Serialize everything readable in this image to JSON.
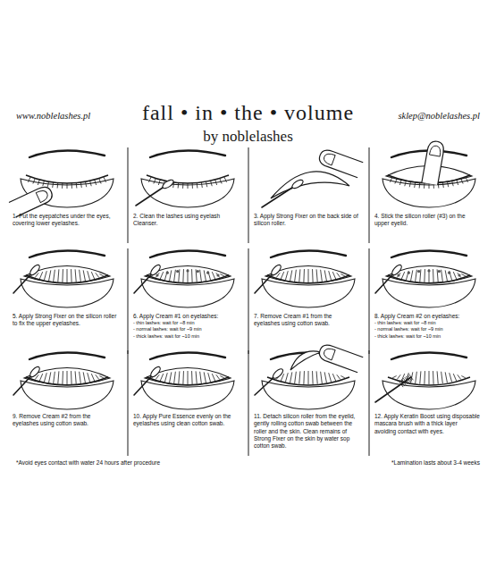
{
  "diagram": {
    "title": "fall • in • the • volume",
    "labels": [
      "www.noblelashes.pl",
      "sklep@noblelashes.pl",
      "by noblelashes",
      "1. Put the eyepatches under the eyes, covering lower eyelashes.",
      "2. Clean the lashes using eyelash Cleanser.",
      "3. Apply Strong Fixer on the back side of silicon roller.",
      "4. Stick the silicon roller (#3) on the upper eyelid.",
      "5. Apply Strong Fixer on the silicon roller to fix the upper eyelashes.",
      "6. Apply Cream #1 on eyelashes:",
      "- thin lashes: wait for ~8 min",
      "- normal lashes: wait for ~9 min",
      "- thick lashes: wait for ~10 min",
      "7. Remove Cream #1 from the eyelashes using cotton swab.",
      "8. Apply Cream #2 on eyelashes:",
      "- thin lashes: wait for ~8 min",
      "- normal lashes: wait for ~9 min",
      "- thick lashes: wait for ~10 min",
      "9. Remove Cream #2 from the eyelashes using cotton swab.",
      "10. Apply Pure Essence evenly on the eyelashes using clean cotton swab.",
      "11. Detach silicon roller from the eyelid, gently rolling cotton swab between the roller and the skin. Clean remains of Strong Fixer on the skin by water sop cotton swab.",
      "12. Apply Keratin Boost using disposable mascara brush with a thick layer avoiding contact with eyes.",
      "*Avoid eyes contact with water 24 hours after procedure",
      "*Lamination lasts about 3-4 weeks"
    ]
  }
}
